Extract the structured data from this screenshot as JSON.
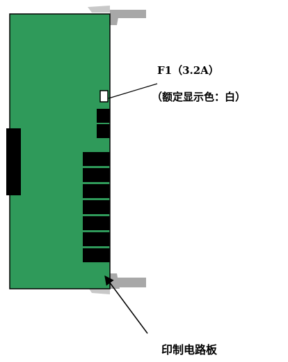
{
  "colors": {
    "board": "#2f9a5a",
    "board_outline": "#000000",
    "handle": "#a8a8a8",
    "handle_light": "#c8c8c8",
    "connector": "#000000",
    "fuse": "#ffffff"
  },
  "labels": {
    "fuse": "F1（3.2A）",
    "fuse_color_note": "（额定显示色：白）",
    "circuit_board": "印制电路板"
  },
  "icons": {
    "pointer": "arrow-icon"
  }
}
